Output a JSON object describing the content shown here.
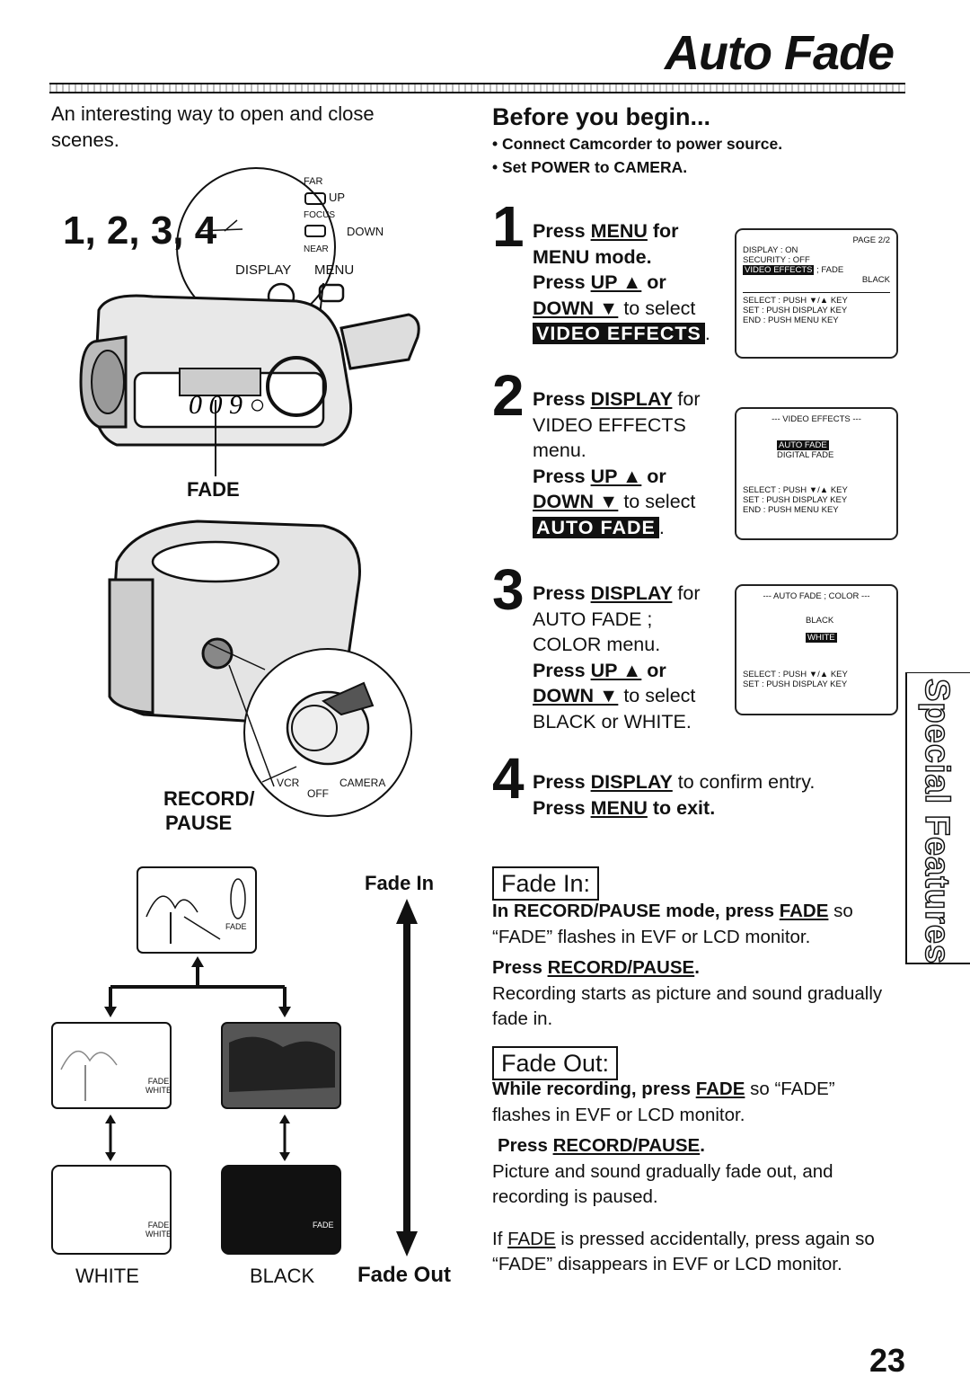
{
  "page": {
    "title": "Auto Fade",
    "page_number": "23",
    "side_tab": "Special Features"
  },
  "intro": "An interesting way to open and close scenes.",
  "before": {
    "heading": "Before you begin...",
    "bullets": [
      "• Connect Camcorder to power source.",
      "• Set POWER to CAMERA."
    ]
  },
  "figure": {
    "callout_numbers": "1, 2, 3, 4",
    "far": "FAR",
    "up": "UP",
    "focus": "FOCUS",
    "down": "DOWN",
    "near": "NEAR",
    "display": "DISPLAY",
    "menu": "MENU",
    "fade_label": "FADE",
    "record_pause_1": "RECORD/",
    "record_pause_2": "PAUSE",
    "vcr": "VCR",
    "off": "OFF",
    "camera": "CAMERA"
  },
  "steps": [
    {
      "num": "1",
      "l1": "Press",
      "l1u": "MENU",
      "l1b": "for",
      "l2": "MENU mode.",
      "l3a": "Press",
      "l3u": "UP ▲",
      "l3b": "or",
      "l4u": "DOWN ▼",
      "l4b": "to select",
      "l5": "VIDEO EFFECTS",
      "l5end": "."
    },
    {
      "num": "2",
      "l1": "Press",
      "l1u": "DISPLAY",
      "l1b": "for",
      "l2": "VIDEO EFFECTS",
      "l2b": "menu.",
      "l3a": "Press",
      "l3u": "UP ▲",
      "l3b": "or",
      "l4u": "DOWN ▼",
      "l4b": "to select",
      "l5": "AUTO FADE",
      "l5end": "."
    },
    {
      "num": "3",
      "l1": "Press",
      "l1u": "DISPLAY",
      "l1b": "for",
      "l2": "AUTO FADE ;",
      "l2b": "COLOR menu.",
      "l3a": "Press",
      "l3u": "UP ▲",
      "l3b": "or",
      "l4u": "DOWN ▼",
      "l4b": "to select",
      "l5": "BLACK or WHITE."
    },
    {
      "num": "4",
      "l1": "Press",
      "l1u": "DISPLAY",
      "l1b": "to confirm entry.",
      "l2a": "Press",
      "l2u": "MENU",
      "l2b": "to exit."
    }
  ],
  "screens": {
    "s1": {
      "page": "PAGE 2/2",
      "r1": "DISPLAY : ON",
      "r2": "SECURITY : OFF",
      "r3": "VIDEO EFFECTS",
      "r3b": "; FADE",
      "r4": "BLACK",
      "f1": "SELECT : PUSH ▼/▲ KEY",
      "f2": "SET : PUSH DISPLAY KEY",
      "f3": "END : PUSH MENU KEY"
    },
    "s2": {
      "head": "--- VIDEO EFFECTS ---",
      "r1": "AUTO FADE",
      "r2": "DIGITAL FADE",
      "f1": "SELECT : PUSH ▼/▲ KEY",
      "f2": "SET : PUSH DISPLAY KEY",
      "f3": "END : PUSH MENU KEY"
    },
    "s3": {
      "head": "--- AUTO FADE ; COLOR ---",
      "r1": "BLACK",
      "r2": "WHITE",
      "f1": "SELECT : PUSH ▼/▲ KEY",
      "f2": "SET : PUSH DISPLAY KEY"
    }
  },
  "diagram": {
    "fade_in": "Fade In",
    "fade_out": "Fade Out",
    "white": "WHITE",
    "black": "BLACK",
    "tag_fade": "FADE",
    "tag_white": "WHITE"
  },
  "fade_in": {
    "heading": "Fade In:",
    "p1a": "In RECORD/PAUSE mode, press",
    "p1u": "FADE",
    "p1b": "so “FADE” flashes in EVF or LCD monitor.",
    "p2a": "Press",
    "p2u": "RECORD/PAUSE",
    "p2end": ".",
    "p3": "Recording starts as picture and sound gradually fade in."
  },
  "fade_out": {
    "heading": "Fade Out:",
    "p1a": "While recording, press",
    "p1u": "FADE",
    "p1b": "so “FADE” flashes in EVF or LCD monitor.",
    "p2a": "Press",
    "p2u": "RECORD/PAUSE",
    "p2end": ".",
    "p3": "Picture and sound gradually fade out, and recording is paused.",
    "p4a": "If",
    "p4u": "FADE",
    "p4b": "is pressed accidentally, press again so “FADE” disappears in EVF or LCD monitor."
  }
}
